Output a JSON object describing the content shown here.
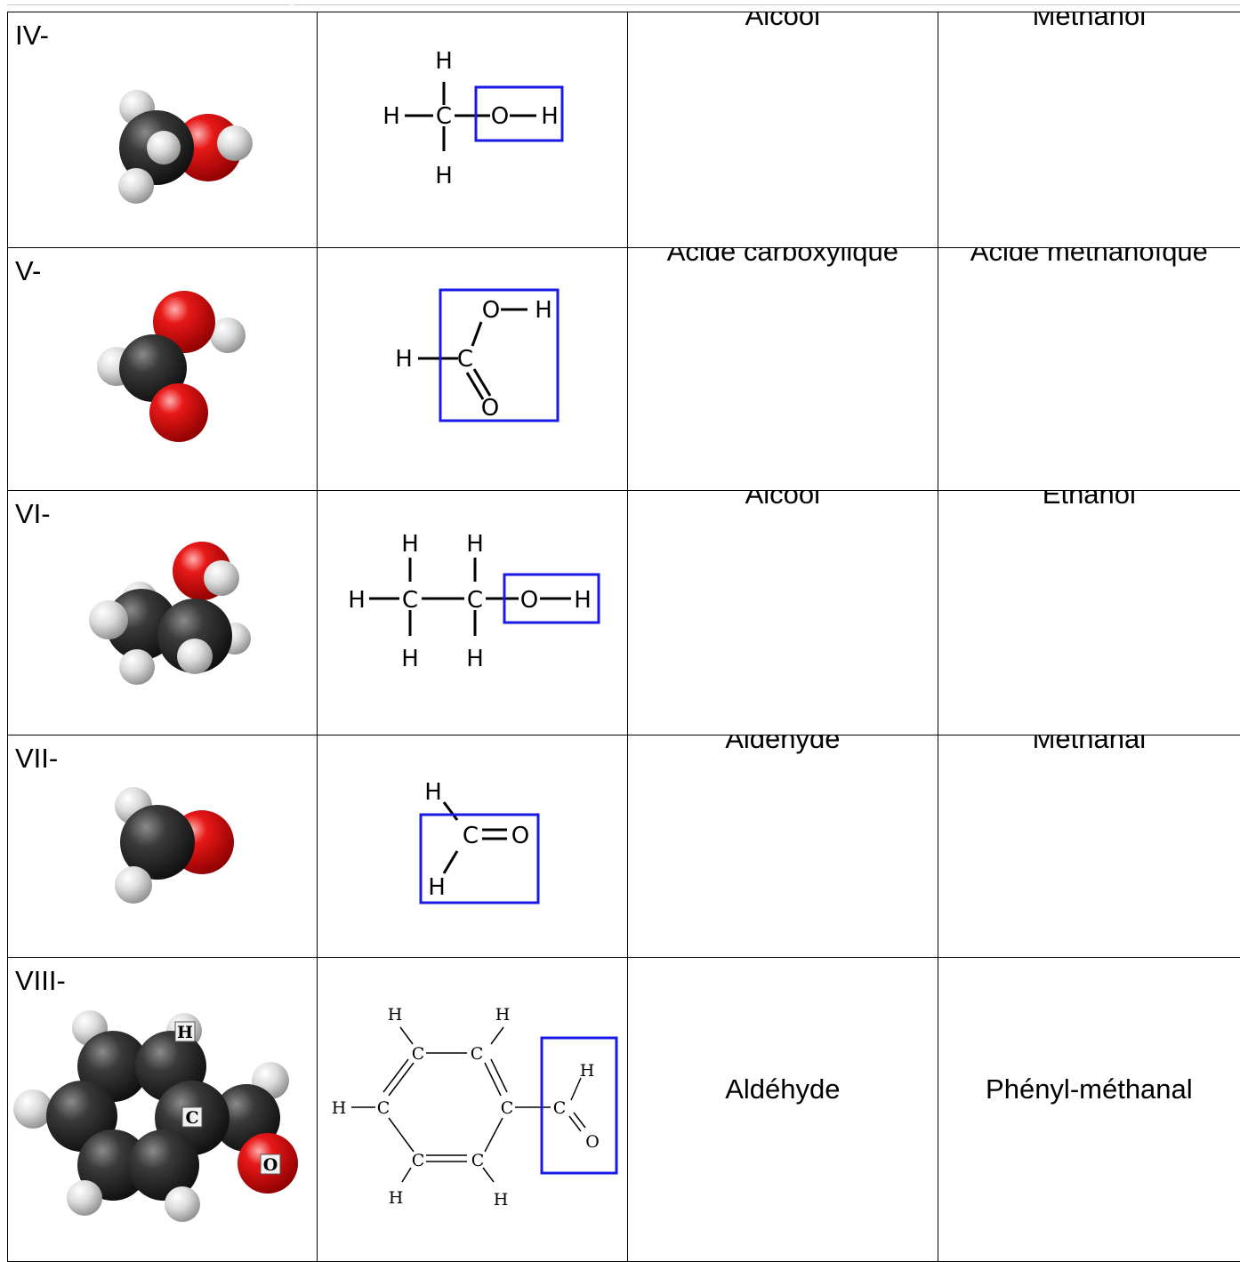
{
  "rows": [
    {
      "number": "IV-",
      "family": "Alcool",
      "name": "Méthanol",
      "atoms": {
        "central": "C",
        "o": "O",
        "h": "H"
      }
    },
    {
      "number": "V-",
      "family": "Acide carboxylique",
      "name": "Acide méthanoïque",
      "atoms": {
        "central": "C",
        "o": "O",
        "h": "H"
      }
    },
    {
      "number": "VI-",
      "family": "Alcool",
      "name": "Éthanol",
      "atoms": {
        "central": "C",
        "o": "O",
        "h": "H"
      }
    },
    {
      "number": "VII-",
      "family": "Aldéhyde",
      "name": "Méthanal",
      "atoms": {
        "central": "C",
        "o": "O",
        "h": "H"
      }
    },
    {
      "number": "VIII-",
      "family": "Aldéhyde",
      "name": "Phényl-méthanal",
      "atoms": {
        "central": "C",
        "o": "O",
        "h": "H"
      },
      "model_labels": {
        "h": "H",
        "c": "C",
        "o": "O"
      }
    }
  ],
  "colors": {
    "carbon": "#2b2b2b",
    "oxygen": "#e01010",
    "hydrogen": "#e8e8e8",
    "highlight_box": "#1a1ae6"
  }
}
